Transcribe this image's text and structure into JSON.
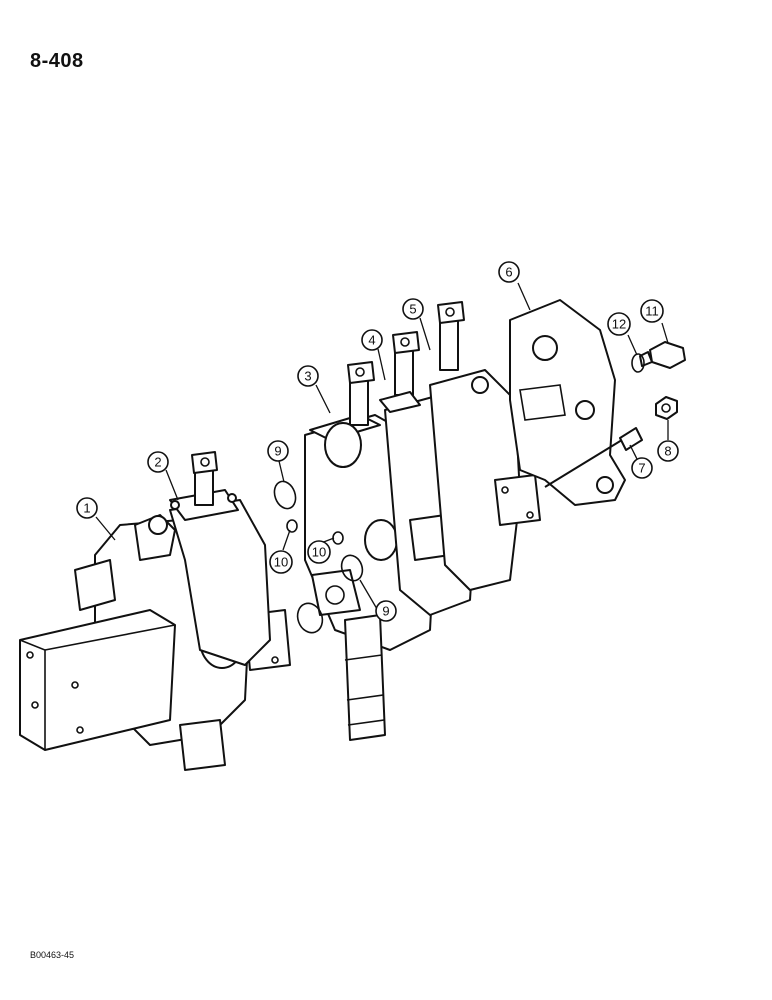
{
  "page": {
    "number": "8-408",
    "figure_code": "B00463-45"
  },
  "callouts": {
    "c1": "1",
    "c2": "2",
    "c3": "3",
    "c4": "4",
    "c5": "5",
    "c6": "6",
    "c7": "7",
    "c8": "8",
    "c9a": "9",
    "c9b": "9",
    "c10a": "10",
    "c10b": "10",
    "c11": "11",
    "c12": "12"
  }
}
